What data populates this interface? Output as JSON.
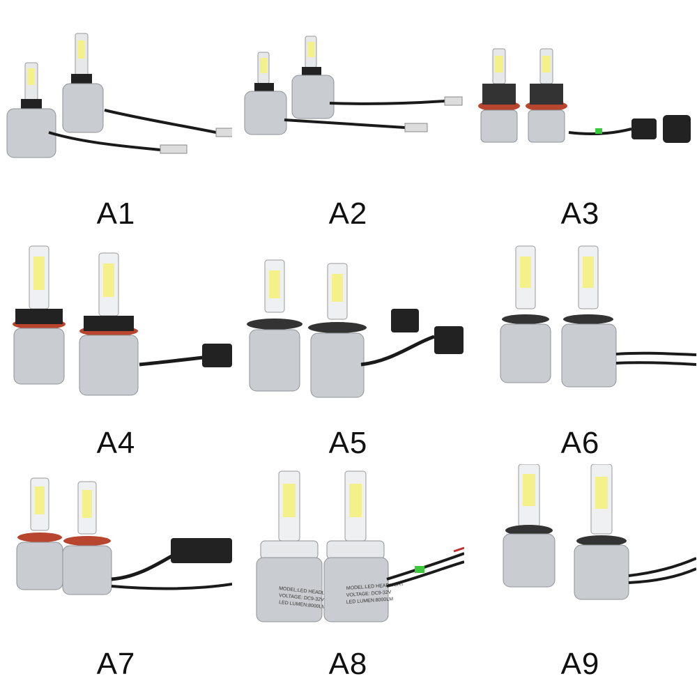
{
  "products": [
    {
      "label": "A1",
      "base_style": "h1"
    },
    {
      "label": "A2",
      "base_style": "h3"
    },
    {
      "label": "A3",
      "base_style": "h13"
    },
    {
      "label": "A4",
      "base_style": "9005"
    },
    {
      "label": "A5",
      "base_style": "h4"
    },
    {
      "label": "A6",
      "base_style": "h7"
    },
    {
      "label": "A7",
      "base_style": "h11"
    },
    {
      "label": "A8",
      "base_style": "880"
    },
    {
      "label": "A9",
      "base_style": "9006"
    }
  ],
  "headlight_print": {
    "line1": "MODEL:LED HEADLIGHT",
    "line2": "VOLTAGE: DC9-32V",
    "line3": "LED LUMEN:8000LM"
  },
  "colors": {
    "heatsink": "#c9ccd0",
    "heatsink_shadow": "#8d9196",
    "chip": "#f4f08a",
    "cable": "#1a1a1a",
    "ring_red": "#b8452e",
    "clip_green": "#3cc83c"
  }
}
